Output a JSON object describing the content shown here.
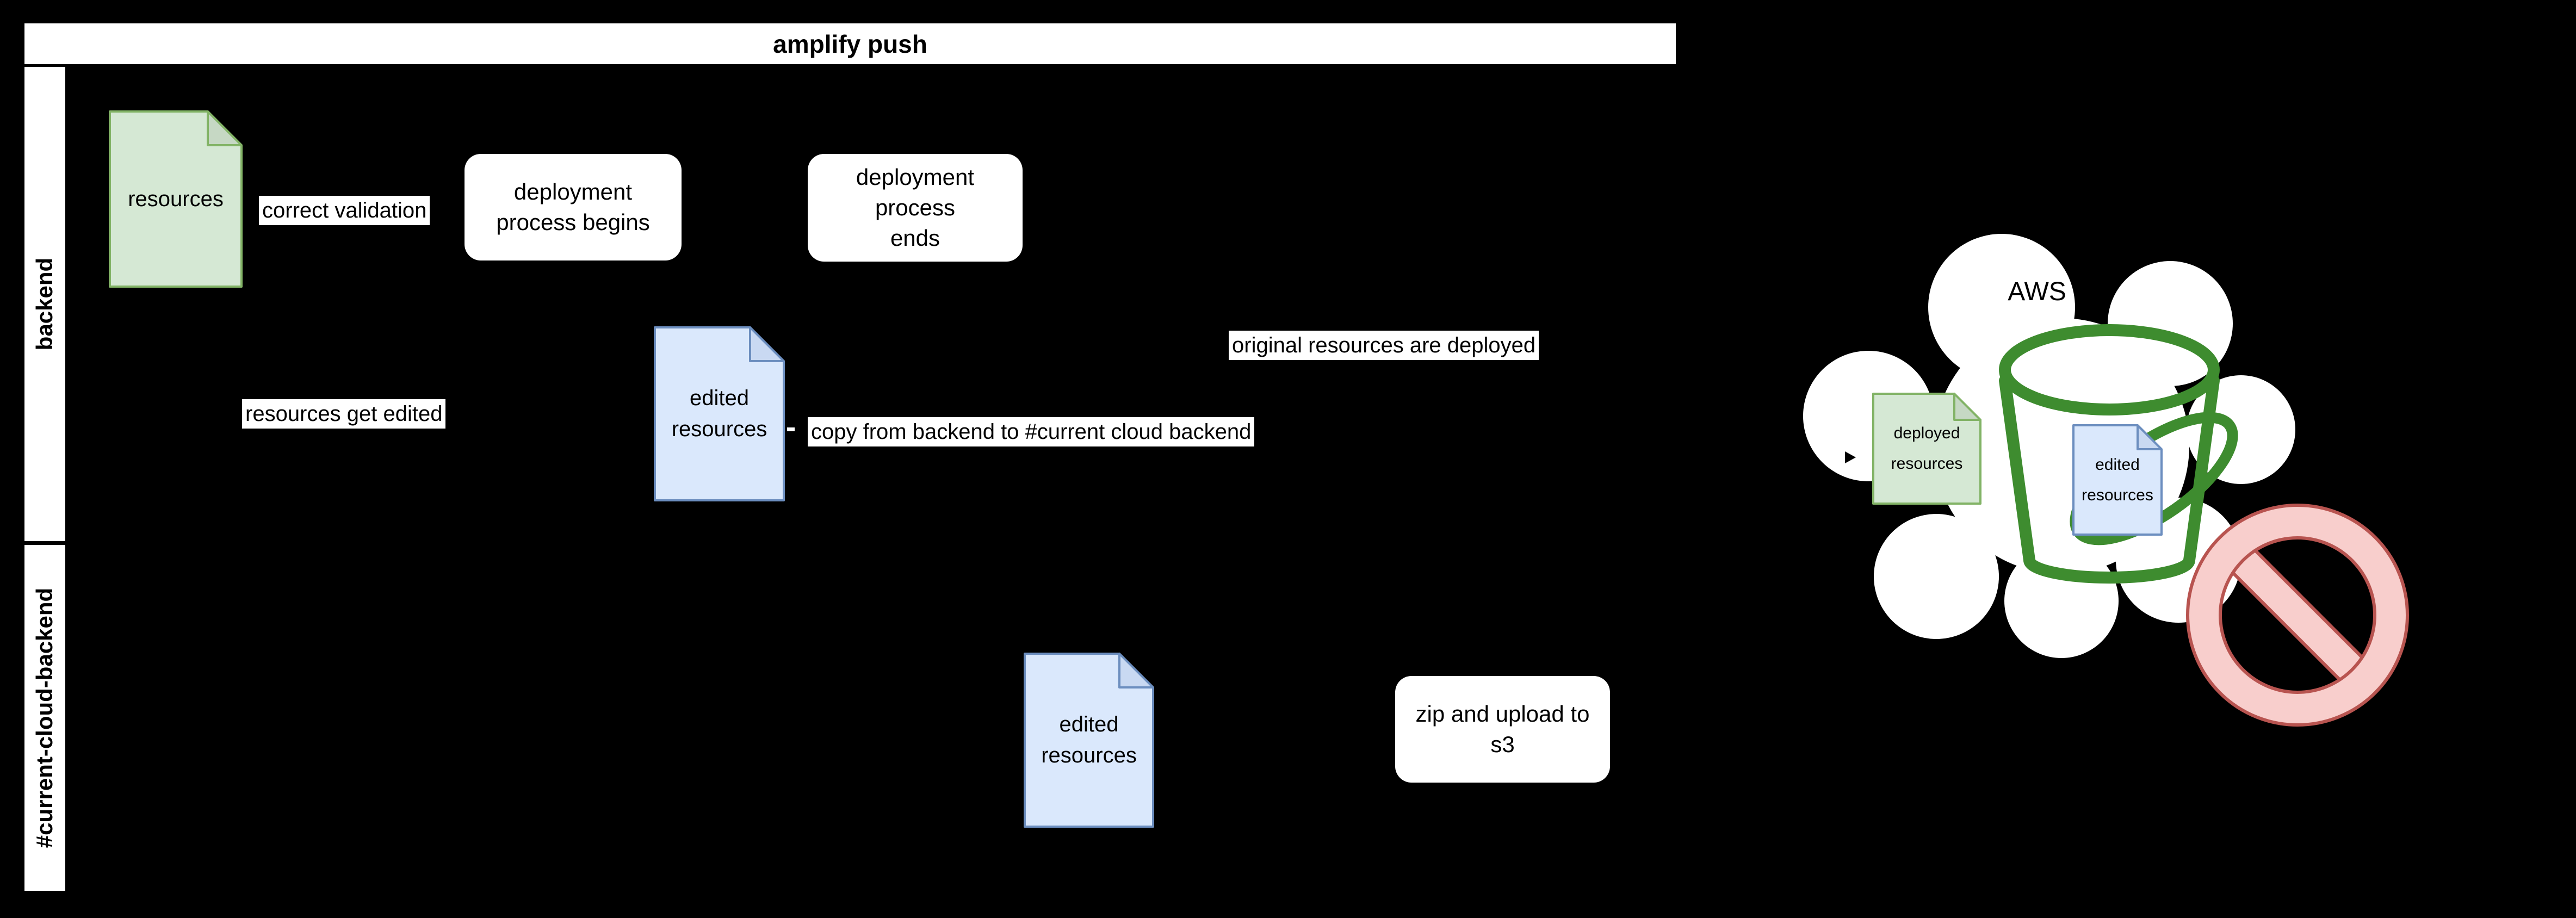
{
  "title_bar": {
    "label": "amplify push"
  },
  "lanes": [
    {
      "label": "backend"
    },
    {
      "label": "#current-cloud-backend"
    }
  ],
  "nodes": {
    "resources_doc": {
      "label": "resources",
      "type": "document"
    },
    "deployment_begins_box": {
      "label": "deployment\nprocess begins",
      "type": "rounded-box"
    },
    "deployment_ends_box": {
      "label": "deployment\nprocess\nends",
      "type": "rounded-box"
    },
    "edited_resources_doc_backend": {
      "label": "edited\nresources",
      "type": "document"
    },
    "edited_resources_doc_current": {
      "label": "edited\nresources",
      "type": "document"
    },
    "zip_upload_box": {
      "label": "zip and upload to\ns3",
      "type": "rounded-box"
    }
  },
  "edge_labels": {
    "correct_validation": "correct validation",
    "resources_get_edited": "resources get edited",
    "copy_from_backend": "copy from backend to #current cloud backend",
    "original_resources_deployed": "original resources are deployed"
  },
  "cloud": {
    "title": "AWS",
    "deployed_resources_doc": {
      "label": "deployed\nresources",
      "type": "document"
    },
    "edited_resources_doc": {
      "label": "edited\nresources",
      "type": "document"
    },
    "icons": {
      "bucket": "s3-bucket",
      "prohibition": "no-entry"
    }
  },
  "colors": {
    "background": "#000000",
    "panel": "#ffffff",
    "text": "#000000",
    "green_doc_fill": "#d5e8d4",
    "green_doc_stroke": "#82b366",
    "green_doc_fold": "#c6d8c4",
    "blue_doc_fill": "#dae8fc",
    "blue_doc_stroke": "#6c8ebf",
    "blue_doc_fold": "#c9d9f2",
    "bucket_green": "#3e8c2f",
    "prohibition_fill": "#f8cecc",
    "prohibition_stroke": "#b85450"
  }
}
